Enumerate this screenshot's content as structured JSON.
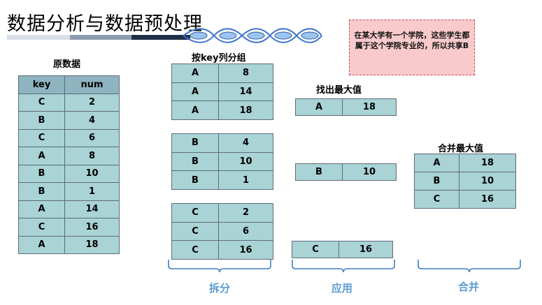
{
  "title": "数据分析与数据预处理",
  "note": "在某大学有一个学院，这些学生都属于这个学院专业的，所以共享B",
  "original": {
    "label": "原数据",
    "headers": [
      "key",
      "num"
    ],
    "rows": [
      [
        "C",
        "2"
      ],
      [
        "B",
        "4"
      ],
      [
        "C",
        "6"
      ],
      [
        "A",
        "8"
      ],
      [
        "B",
        "10"
      ],
      [
        "B",
        "1"
      ],
      [
        "A",
        "14"
      ],
      [
        "C",
        "16"
      ],
      [
        "A",
        "18"
      ]
    ]
  },
  "grouped": {
    "label": "按key列分组",
    "groups": [
      [
        [
          "A",
          "8"
        ],
        [
          "A",
          "14"
        ],
        [
          "A",
          "18"
        ]
      ],
      [
        [
          "B",
          "4"
        ],
        [
          "B",
          "10"
        ],
        [
          "B",
          "1"
        ]
      ],
      [
        [
          "C",
          "2"
        ],
        [
          "C",
          "6"
        ],
        [
          "C",
          "16"
        ]
      ]
    ]
  },
  "max_found": {
    "label": "找出最大值",
    "rows": [
      [
        "A",
        "18"
      ],
      [
        "B",
        "10"
      ],
      [
        "C",
        "16"
      ]
    ]
  },
  "merged": {
    "label": "合并最大值",
    "rows": [
      [
        "A",
        "18"
      ],
      [
        "B",
        "10"
      ],
      [
        "C",
        "16"
      ]
    ]
  },
  "stages": [
    "拆分",
    "应用",
    "合并"
  ],
  "colors": {
    "cell": "#a9d3d5",
    "header": "#8eb4c0",
    "border": "#5f6b78",
    "stage_text": "#5a9cd2",
    "note_bg": "#f9cacc",
    "note_border": "#c64a55"
  }
}
